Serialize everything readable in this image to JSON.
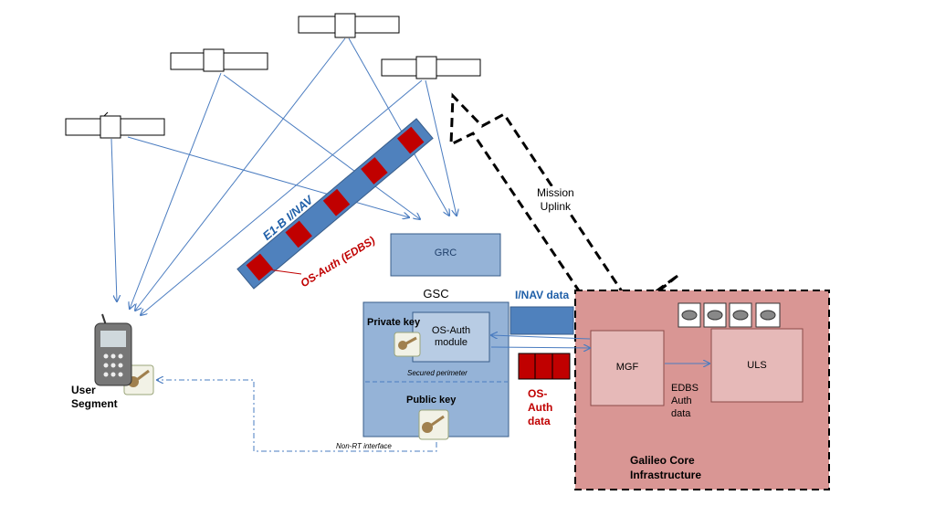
{
  "labels": {
    "e1b_inav": "E1-B I/NAV",
    "os_auth_edbs": "OS-Auth (EDBS)",
    "grc": "GRC",
    "gsc": "GSC",
    "private_key": "Private key",
    "os_auth_module_line1": "OS-Auth",
    "os_auth_module_line2": "module",
    "secured_perimeter": "Secured perimeter",
    "public_key": "Public key",
    "non_rt_interface": "Non-RT interface",
    "inav_data": "I/NAV data",
    "os_auth_data_line1": "OS-",
    "os_auth_data_line2": "Auth",
    "os_auth_data_line3": "data",
    "mission_uplink_line1": "Mission",
    "mission_uplink_line2": "Uplink",
    "mgf": "MGF",
    "uls": "ULS",
    "edbs_line1": "EDBS",
    "edbs_line2": "Auth",
    "edbs_line3": "data",
    "galileo_line1": "Galileo Core",
    "galileo_line2": "Infrastructure",
    "user_line1": "User",
    "user_line2": "Segment"
  },
  "colors": {
    "arrow_blue": "#4a7cc0",
    "band_blue": "#4f81bd",
    "band_red": "#c00000",
    "gsc_fill": "#95b3d7",
    "gsc_border": "#385d8a",
    "grc_fill": "#95b3d7",
    "infra_fill": "#d99694",
    "infra_inner": "#e6b9b8",
    "label_blue": "#1f5fa8",
    "label_red": "#c00000"
  }
}
